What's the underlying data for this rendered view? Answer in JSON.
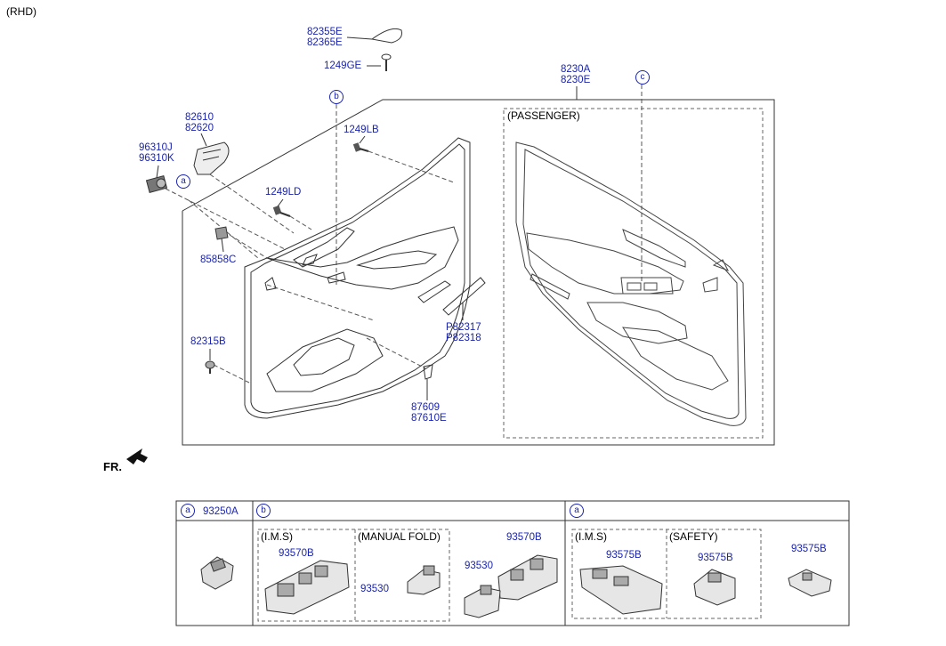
{
  "variant": "(RHD)",
  "front_label": "FR.",
  "passenger_label": "(PASSENGER)",
  "parts": {
    "garnish": [
      "82355E",
      "82365E"
    ],
    "screw_top": "1249GE",
    "trim_panel": [
      "8230A",
      "8230E"
    ],
    "handle": [
      "82610",
      "82620"
    ],
    "speaker": [
      "96310J",
      "96310K"
    ],
    "screw_lb": "1249LB",
    "screw_ld": "1249LD",
    "clip": "85858C",
    "fastener": "82315B",
    "pull_handle": [
      "P82317",
      "P82318"
    ],
    "cover": [
      "87609",
      "87610E"
    ]
  },
  "callouts": {
    "a": "a",
    "b": "b",
    "c": "c"
  },
  "table": {
    "col_a_letter": "a",
    "col_a_part": "93250A",
    "col_b_letter": "b",
    "col_c_letter": "a",
    "b_ims": "(I.M.S)",
    "b_manual": "(MANUAL FOLD)",
    "b_ims_part": "93570B",
    "b_manual_part": "93530",
    "b_extra_part_top": "93570B",
    "b_extra_part_low": "93530",
    "c_ims": "(I.M.S)",
    "c_safety": "(SAFETY)",
    "c_ims_part": "93575B",
    "c_safety_part": "93575B",
    "c_extra_part": "93575B"
  }
}
